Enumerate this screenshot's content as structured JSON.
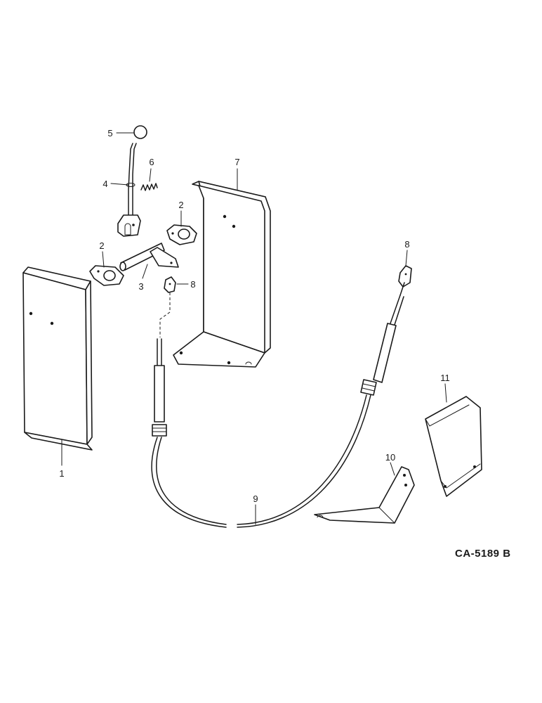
{
  "diagram": {
    "code": "CA-5189 B",
    "callouts": [
      "1",
      "2",
      "2",
      "3",
      "4",
      "5",
      "6",
      "7",
      "8",
      "8",
      "9",
      "10",
      "11"
    ]
  },
  "style": {
    "ink": "#1a1a1a",
    "paper": "#ffffff"
  }
}
